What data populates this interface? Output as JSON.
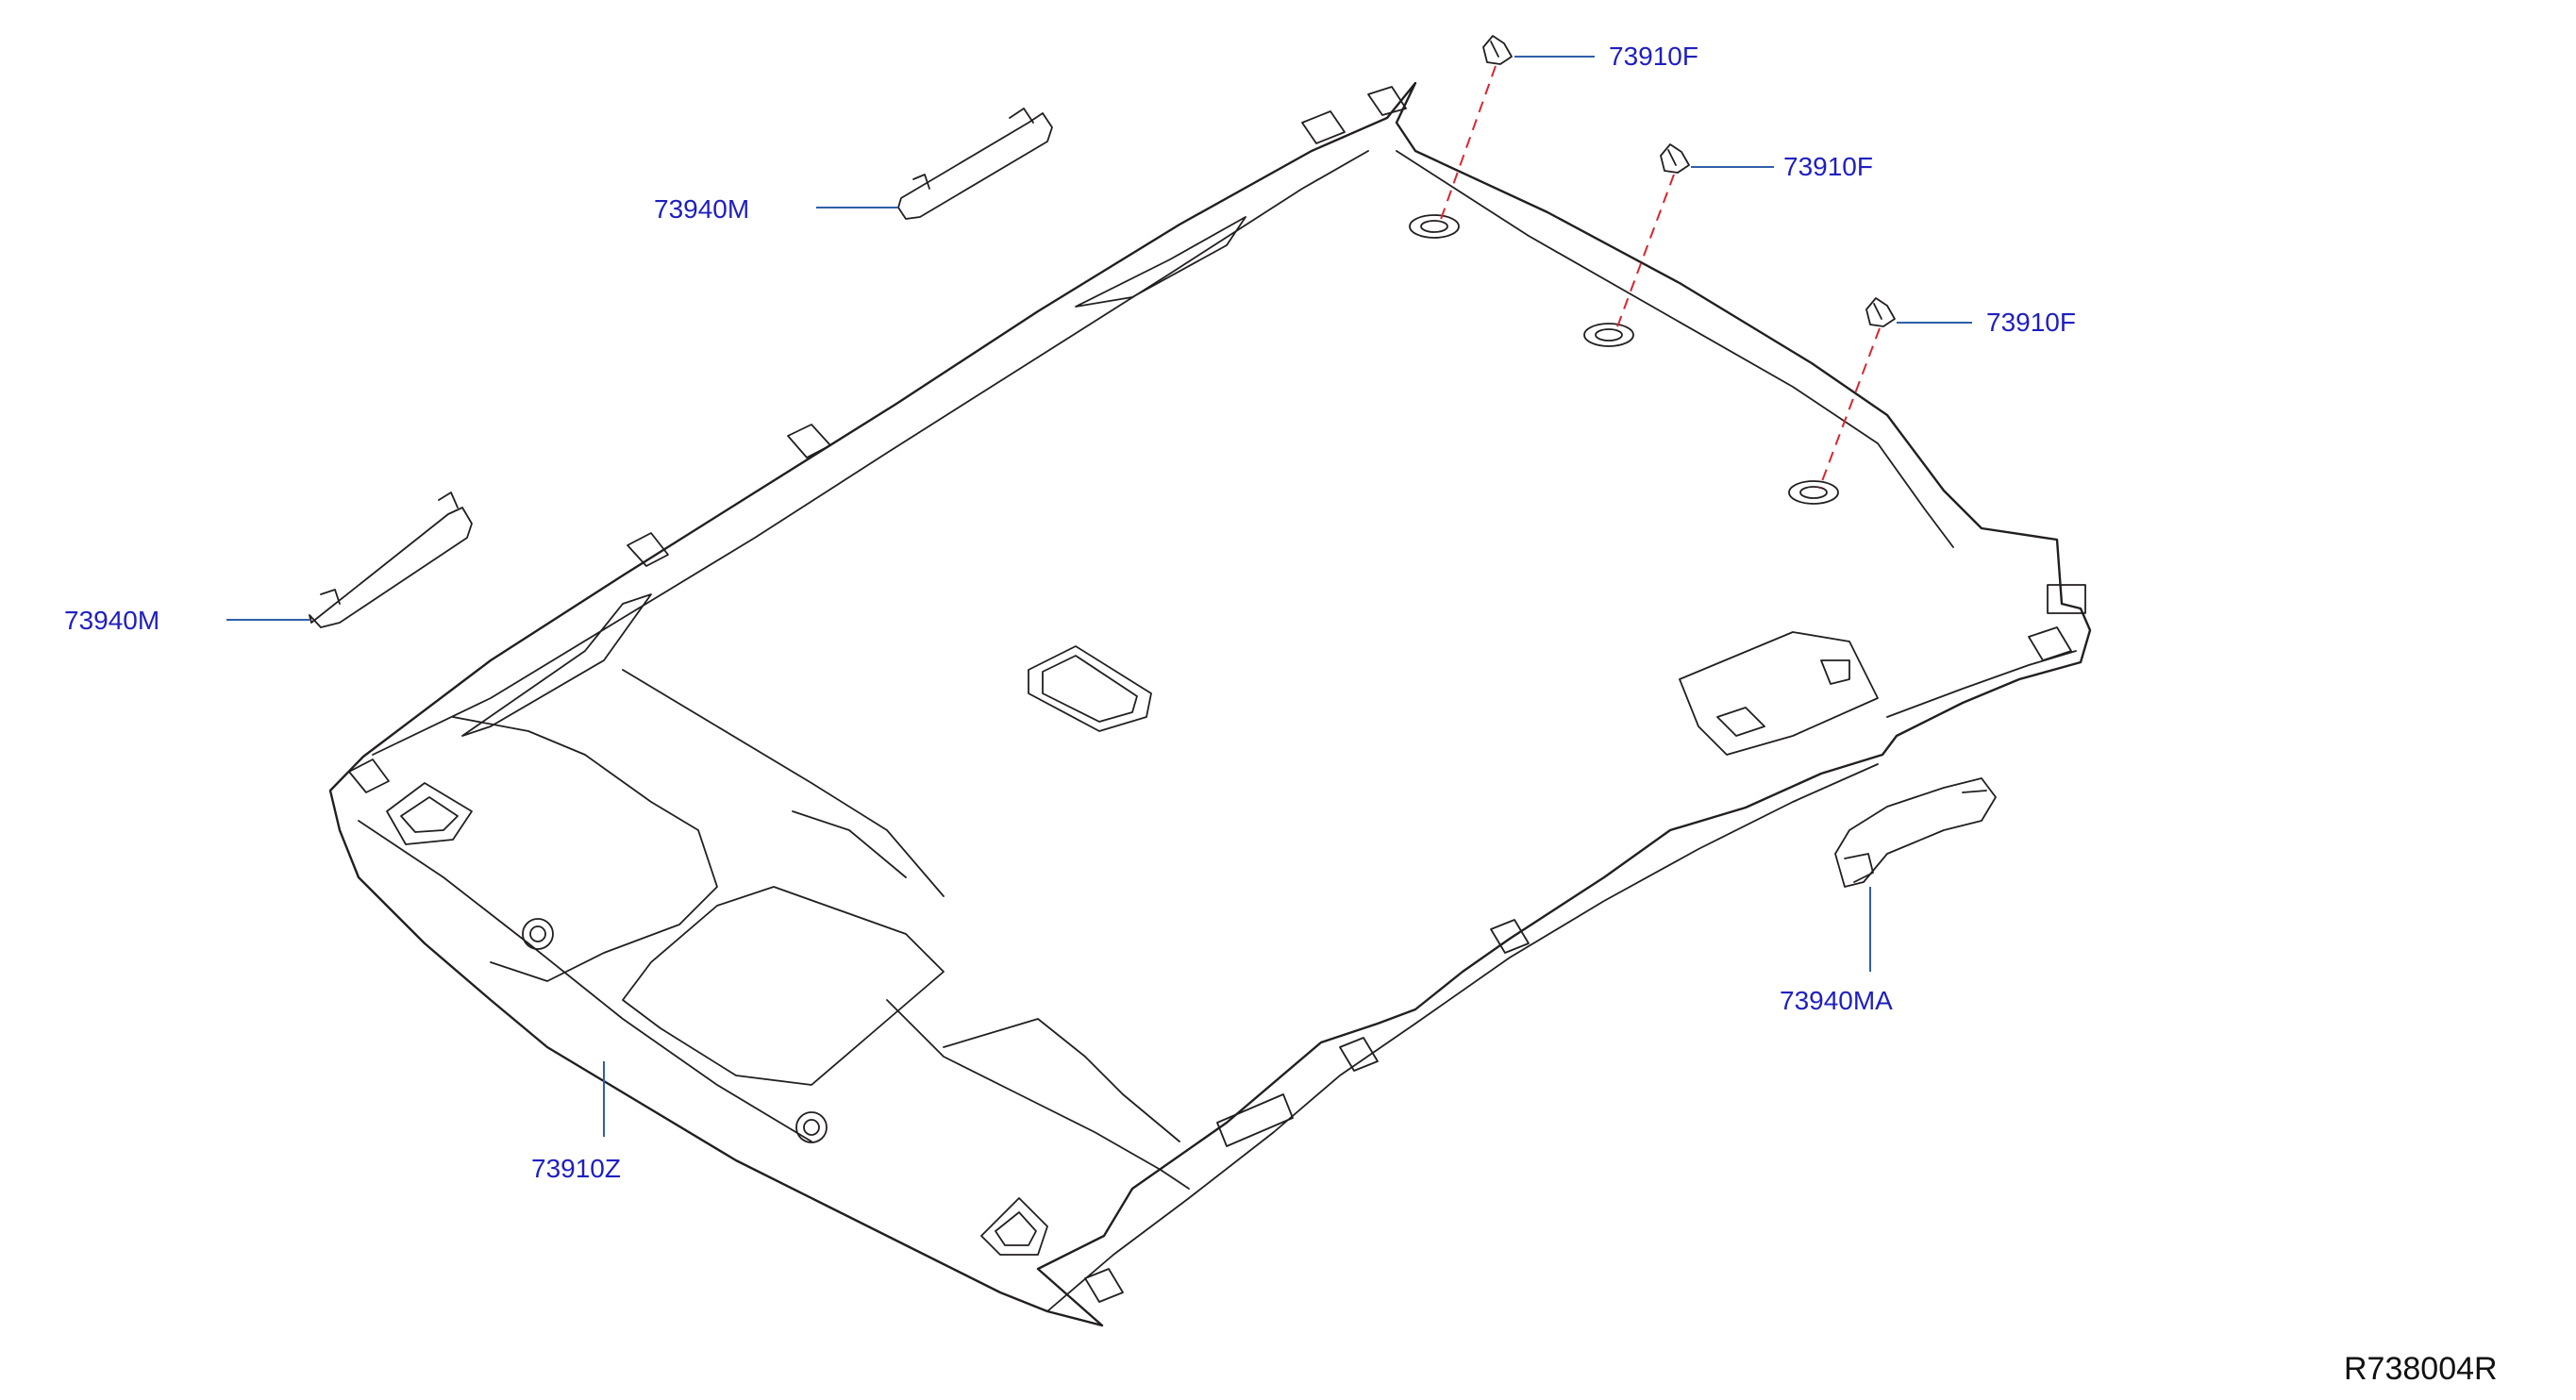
{
  "colors": {
    "line": "#231f20",
    "label": "#1f1fbf",
    "leader": "#2f5fa8",
    "dash": "#d9262f",
    "background": "#ffffff"
  },
  "labels": {
    "clip_1": "73910F",
    "clip_2": "73910F",
    "clip_3": "73910F",
    "grip_front": "73940M",
    "grip_side": "73940M",
    "headlining": "73910Z",
    "grip_rear": "73940MA"
  },
  "reference_code": "R738004R"
}
